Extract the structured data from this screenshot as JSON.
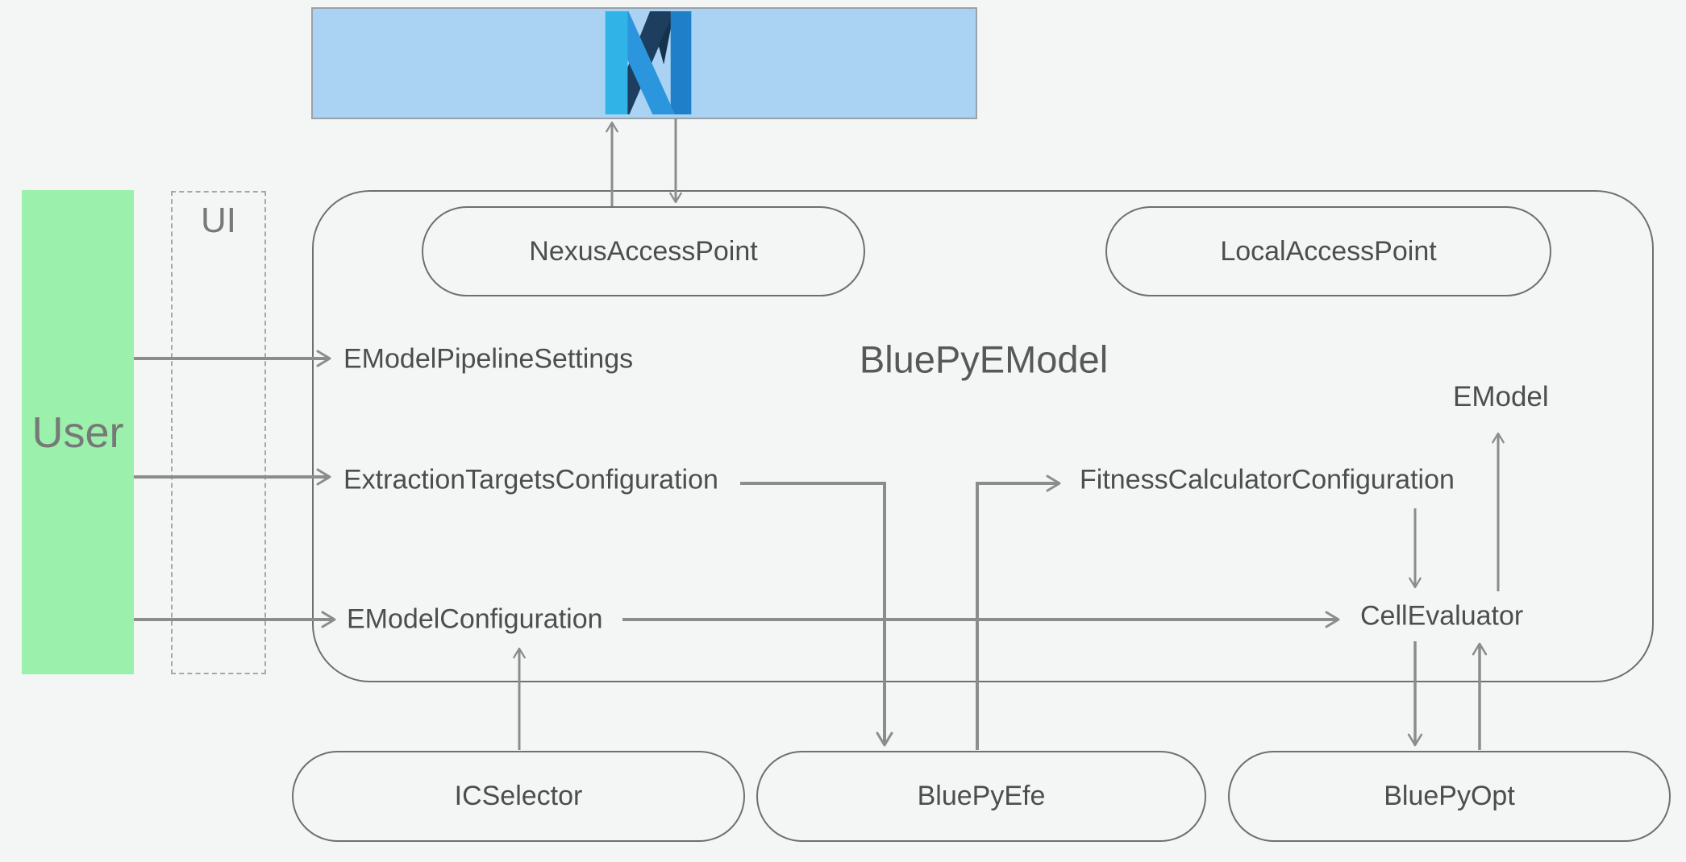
{
  "title": "BluePyEModel",
  "user": {
    "label": "User"
  },
  "ui": {
    "label": "UI"
  },
  "nodes": {
    "nexus_access_point": "NexusAccessPoint",
    "local_access_point": "LocalAccessPoint",
    "emodel_pipeline_settings": "EModelPipelineSettings",
    "extraction_targets_configuration": "ExtractionTargetsConfiguration",
    "emodel_configuration": "EModelConfiguration",
    "fitness_calculator_configuration": "FitnessCalculatorConfiguration",
    "cell_evaluator": "CellEvaluator",
    "emodel": "EModel",
    "ic_selector": "ICSelector",
    "bluepyefe": "BluePyEfe",
    "bluepyopt": "BluePyOpt"
  },
  "colors": {
    "background": "#f4f6f5",
    "banner_fill": "#a9d2f3",
    "banner_border": "#98a2ab",
    "user_fill": "#9bf0ab",
    "box_border": "#6f6f6f",
    "arrow": "#8c8c8c",
    "label_text": "#4d4d4d",
    "actor_text": "#787878",
    "logo_cyan": "#30b4e8",
    "logo_bright_blue": "#2b96dd",
    "logo_navy": "#1d3e5e",
    "logo_mid_blue": "#1f7fc8"
  }
}
